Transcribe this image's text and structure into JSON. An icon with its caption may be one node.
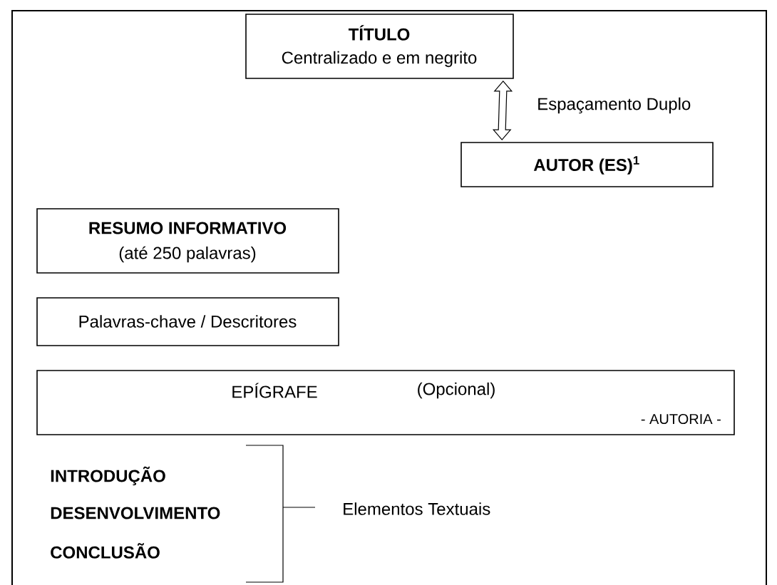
{
  "diagram": {
    "nodes": [
      {
        "text": [
          "TÍTULO",
          "Centralizado e em negrito"
        ]
      },
      {
        "text": [
          "AUTOR (ES)$^{1}$"
        ]
      },
      {
        "text": [
          "RESUMO INFORMATIVO",
          "(até 250 palavras)"
        ]
      },
      {
        "text": [
          "Palavras-chave / Descritores"
        ]
      },
      {
        "text": [
          "EPÍGRAFE",
          "(Opcional)",
          "- AUTORIA -"
        ]
      }
    ],
    "edges": [
      {
        "from": 0,
        "to": 1,
        "arrow": "both",
        "label": "Espaçamento Duplo"
      }
    ],
    "labels": [
      "INTRODUÇÃO",
      "DESENVOLVIMENTO",
      "CONCLUSÃO",
      "Elementos Textuais"
    ]
  }
}
